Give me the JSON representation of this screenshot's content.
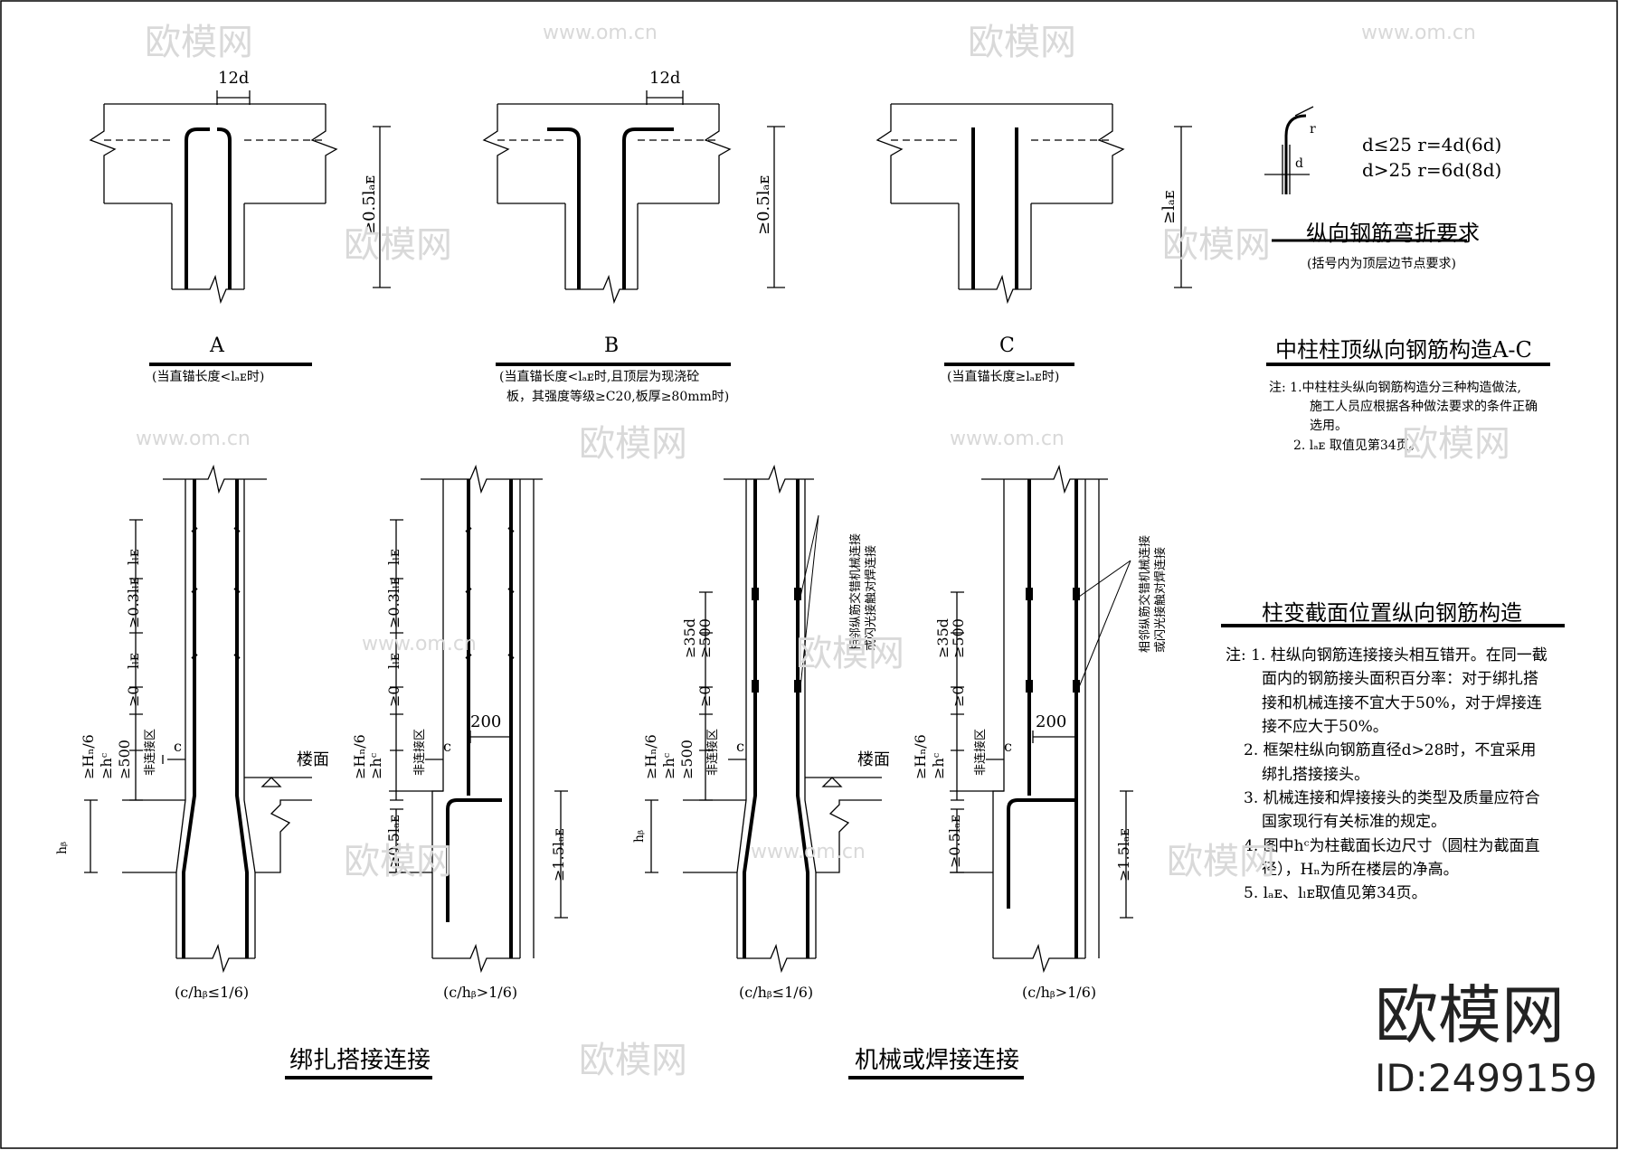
{
  "detail_top": {
    "A": {
      "dim_top": "12d",
      "dim_side": "≥0.5lₐᴇ",
      "label": "A",
      "caption": "(当直锚长度<lₐᴇ时)"
    },
    "B": {
      "dim_top": "12d",
      "dim_side": "≥0.5lₐᴇ",
      "label": "B",
      "caption_1": "(当直锚长度<lₐᴇ时,且顶层为现浇砼",
      "caption_2": "板，其强度等级≥C20,板厚≥80mm时)"
    },
    "C": {
      "dim_side": "≥lₐᴇ",
      "label": "C",
      "caption": "(当直锚长度≥lₐᴇ时)"
    }
  },
  "bend": {
    "r_label": "r",
    "d_label": "d",
    "rule_1": "d≤25  r=4d(6d)",
    "rule_2": "d>25  r=6d(8d)",
    "title": "纵向钢筋弯折要求",
    "subtitle": "(括号内为顶层边节点要求)"
  },
  "section_top": {
    "title": "中柱柱顶纵向钢筋构造A-C",
    "note_1a": "注: 1.中柱柱头纵向钢筋构造分三种构造做法,",
    "note_1b": "施工人员应根据各种做法要求的条件正确",
    "note_1c": "选用。",
    "note_2": "2. lₐᴇ 取值见第34页。"
  },
  "detail_bottom": {
    "lap_dims": {
      "d1": "≥0.3lₗᴇ",
      "d2": "lₗᴇ",
      "d3": "lₗᴇ",
      "d4": "≥0",
      "d5": "≥Hₙ/6",
      "d6": "≥hᶜ",
      "d7": "≥500",
      "zone": "非连接区",
      "c": "c",
      "hb": "hᵦ"
    },
    "mech_dims": {
      "d1": "≥35d",
      "d2": "≥500",
      "d3": "≥0",
      "d4": "≥Hₙ/6",
      "d5": "≥hᶜ",
      "d6": "≥500",
      "zone": "非连接区",
      "c": "c",
      "hb": "hᵦ"
    },
    "dim_200": "200",
    "dim_05": "≥0.5lₐᴇ",
    "dim_15": "≥1.5lₐᴇ",
    "floor": "楼面",
    "side_note_1": "相邻纵筋交错机械连接",
    "side_note_2": "或闪光接触对焊连接",
    "cond_1": "(c/hᵦ≤1/6)",
    "cond_2": "(c/hᵦ>1/6)",
    "cond_3": "(c/hᵦ≤1/6)",
    "cond_4": "(c/hᵦ>1/6)",
    "title_lap": "绑扎搭接连接",
    "title_mech": "机械或焊接连接"
  },
  "section_change": {
    "title": "柱变截面位置纵向钢筋构造",
    "notes": [
      "注: 1. 柱纵向钢筋连接接头相互错开。在同一截",
      "面内的钢筋接头面积百分率：对于绑扎搭",
      "接和机械连接不宜大于50%，对于焊接连",
      "接不应大于50%。",
      "2. 框架柱纵向钢筋直径d>28时，不宜采用",
      "绑扎搭接接头。",
      "3. 机械连接和焊接接头的类型及质量应符合",
      "国家现行有关标准的规定。",
      "4. 图中hᶜ为柱截面长边尺寸（圆柱为截面直",
      "径），Hₙ为所在楼层的净高。",
      "5. lₐᴇ、lₗᴇ取值见第34页。"
    ]
  },
  "watermark": {
    "brand": "欧模网",
    "site": "www.om.cn",
    "id": "ID:2499159"
  }
}
